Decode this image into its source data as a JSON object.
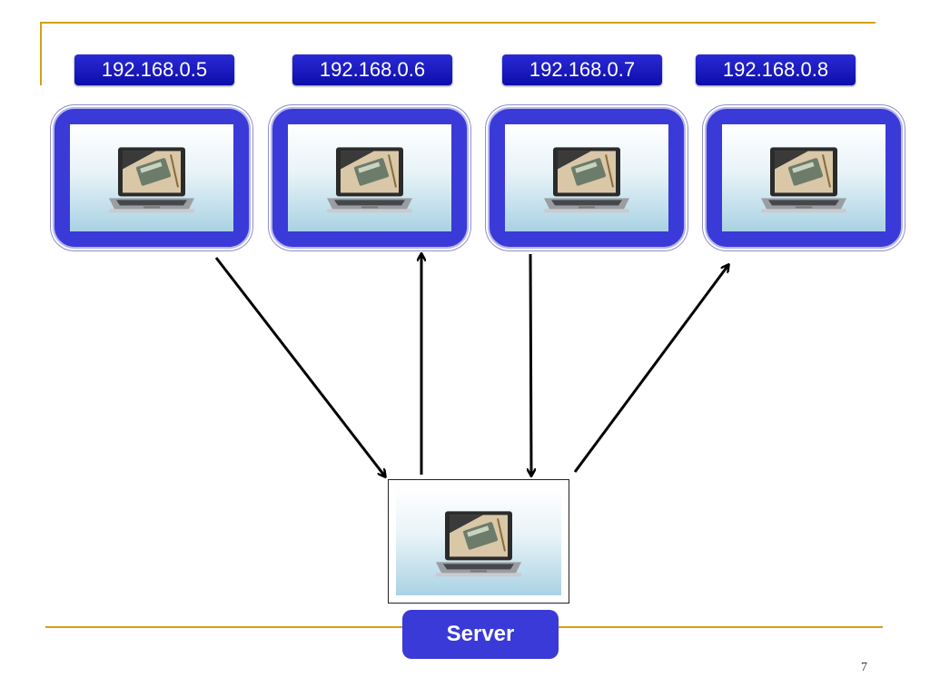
{
  "clients": [
    {
      "ip": "192.168.0.5"
    },
    {
      "ip": "192.168.0.6"
    },
    {
      "ip": "192.168.0.7"
    },
    {
      "ip": "192.168.0.8"
    }
  ],
  "server": {
    "label": "Server"
  },
  "page_number": "7",
  "colors": {
    "accent_rule": "#d4a017",
    "box_blue": "#3a3ad8",
    "label_blue": "#0d0daa",
    "arrow": "#000000"
  },
  "icons": {
    "device": "laptop-icon"
  }
}
